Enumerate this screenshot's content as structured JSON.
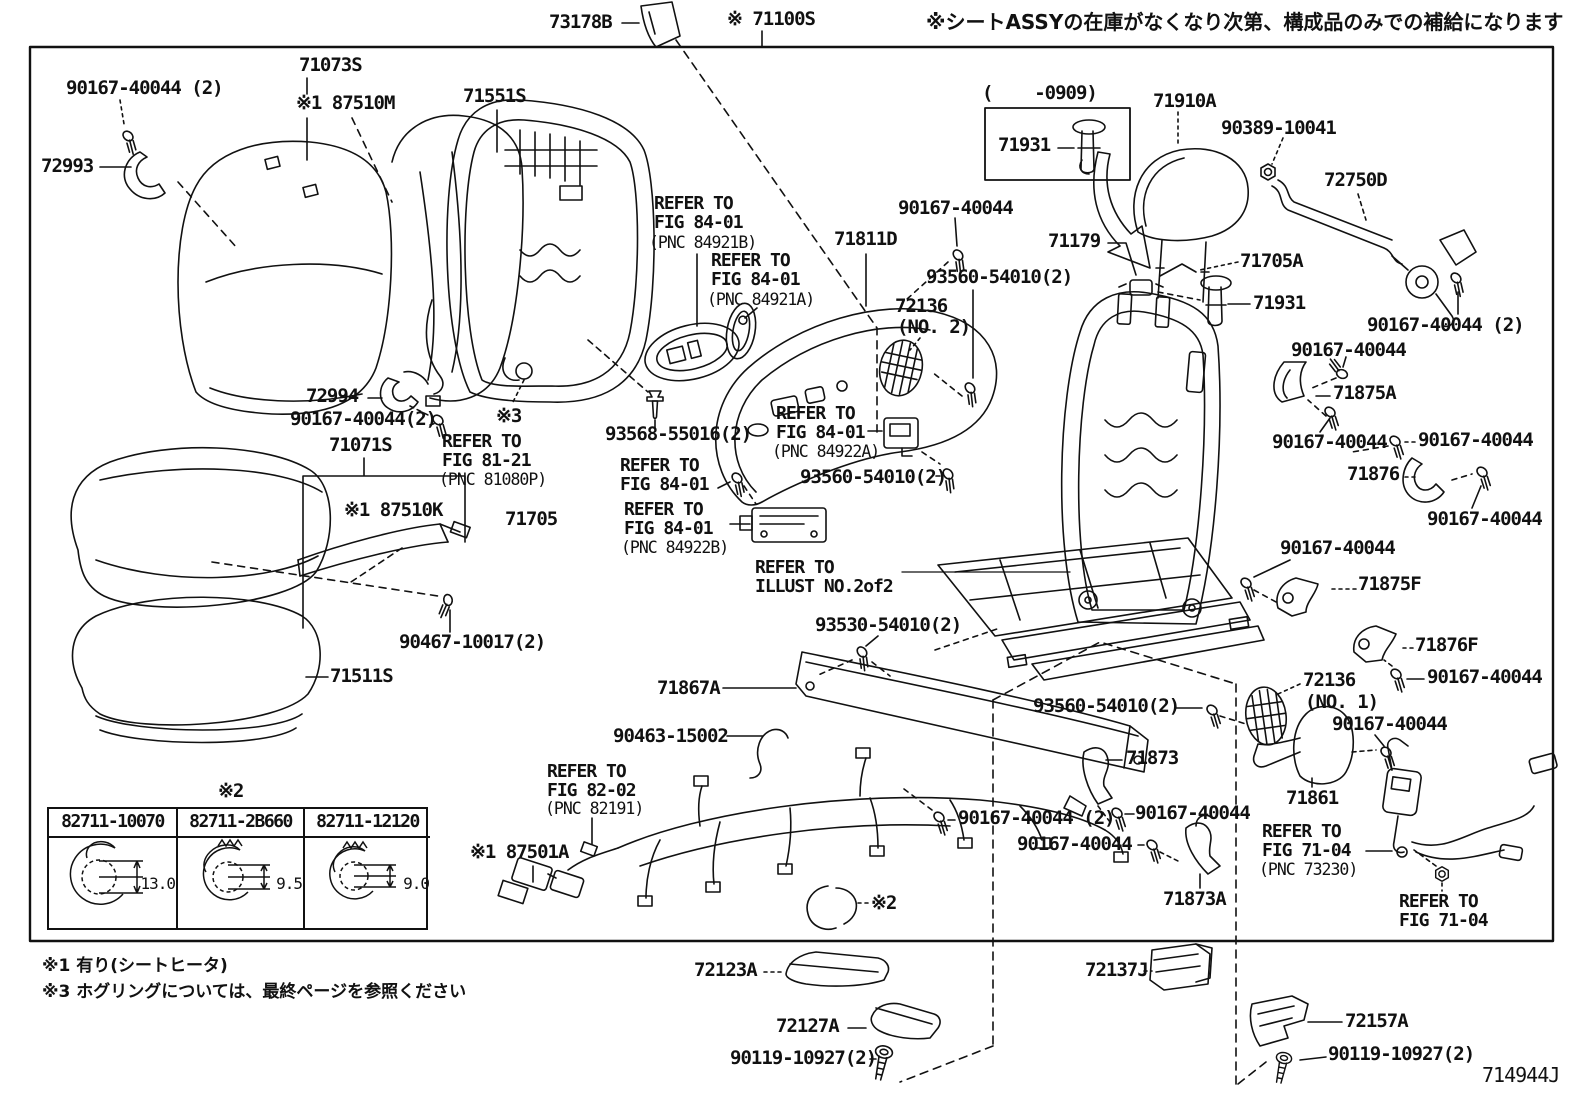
{
  "colors": {
    "ink": "#111111",
    "background": "#ffffff"
  },
  "labels": {
    "p73178B": "73178B",
    "p71100S": "※ 71100S",
    "stock_note": "※シートASSYの在庫がなくなり次第、構成品のみでの補給になります",
    "p90167_40044": "90167-40044",
    "p90167_40044_2": "90167-40044(2)",
    "p90167_40044_2s": "90167-40044 (2)",
    "p71073S": "71073S",
    "p87510M": "※1 87510M",
    "p71551S": "71551S",
    "p72993": "72993",
    "p72994": "72994",
    "p71071S": "71071S",
    "p87510K": "※1 87510K",
    "p71705": "71705",
    "p71511S": "71511S",
    "p93568_55016_2": "93568-55016(2)",
    "p93560_54010_2": "93560-54010(2)",
    "p93530_54010_2": "93530-54010(2)",
    "p90467_10017_2": "90467-10017(2)",
    "p90463_15002": "90463-15002",
    "p71811D": "71811D",
    "p72136": "72136",
    "no1": "(NO. 1)",
    "no2": "(NO. 2)",
    "date_0909": "(    -0909)",
    "p71931": "71931",
    "p71910A": "71910A",
    "p90389_10041": "90389-10041",
    "p72750D": "72750D",
    "p71179": "71179",
    "p71705A": "71705A",
    "p71875A": "71875A",
    "p71876": "71876",
    "p71875F": "71875F",
    "p71876F": "71876F",
    "p71873": "71873",
    "p71873A": "71873A",
    "p71861": "71861",
    "p71867A": "71867A",
    "p72123A": "72123A",
    "p72127A": "72127A",
    "p90119_10927_2": "90119-10927(2)",
    "p72137J": "72137J",
    "p72157A": "72157A",
    "p87501A": "※1 87501A",
    "star2": "※2",
    "star3": "※3",
    "refer_fig8401": "REFER TO\nFIG 84-01",
    "refer_fig8121": "REFER TO\nFIG 81-21",
    "refer_fig8202": "REFER TO\nFIG 82-02",
    "refer_fig7104": "REFER TO\nFIG 71-04",
    "refer_illust": "REFER TO\nILLUST NO.2of2",
    "pnc_84921B": "(PNC 84921B)",
    "pnc_84921A": "(PNC 84921A)",
    "pnc_84922A": "(PNC 84922A)",
    "pnc_84922B": "(PNC 84922B)",
    "pnc_81080P": "(PNC 81080P)",
    "pnc_82191": "(PNC 82191)",
    "pnc_73230": "(PNC 73230)",
    "diagram_code": "714944J"
  },
  "footnotes": {
    "note1": "※1 有り(シートヒータ)",
    "note3": "※3 ホグリングについては、最終ページを参照ください"
  },
  "table": {
    "columns": [
      {
        "part": "82711-10070",
        "size": "13.0"
      },
      {
        "part": "82711-2B660",
        "size": "9.5"
      },
      {
        "part": "82711-12120",
        "size": "9.0"
      }
    ]
  }
}
